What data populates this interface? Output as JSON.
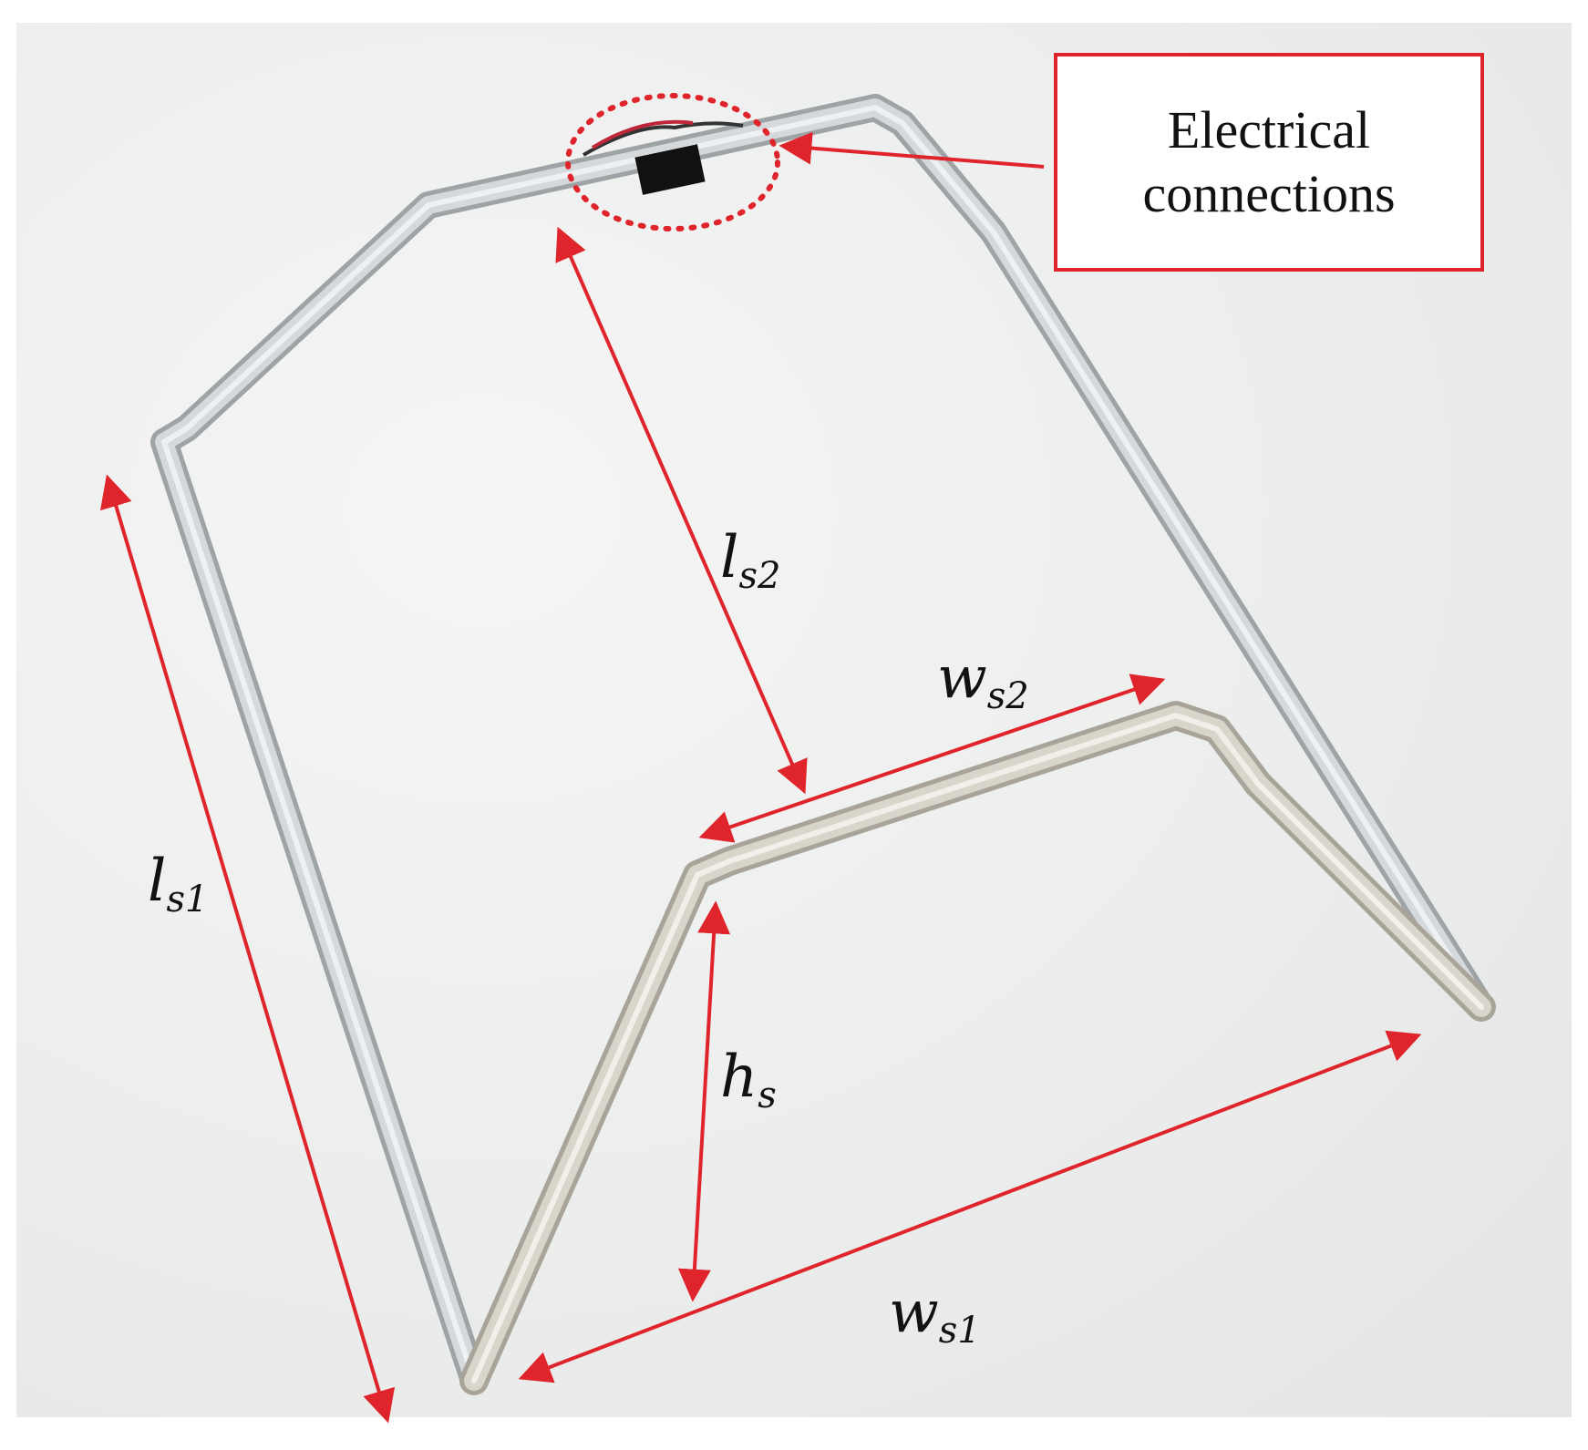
{
  "labels": {
    "ls1": {
      "base": "l",
      "sub": "s1"
    },
    "ls2": {
      "base": "l",
      "sub": "s2"
    },
    "ws1": {
      "base": "w",
      "sub": "s1"
    },
    "ws2": {
      "base": "w",
      "sub": "s2"
    },
    "hs": {
      "base": "h",
      "sub": "s"
    }
  },
  "callout": {
    "line1": "Electrical",
    "line2": "connections"
  },
  "colors": {
    "annotation": "#e0242b",
    "tube": "#c9ccce",
    "background": "#eceeed"
  }
}
